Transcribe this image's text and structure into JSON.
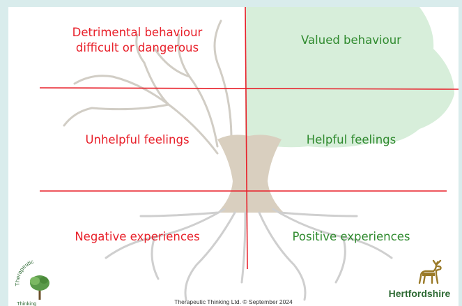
{
  "quadrants": {
    "top_left": [
      "Detrimental behaviour",
      "difficult or dangerous"
    ],
    "top_right": "Valued behaviour",
    "middle_left": "Unhelpful feelings",
    "middle_right": "Helpful feelings",
    "bottom_left": "Negative experiences",
    "bottom_right": "Positive experiences"
  },
  "footer": "Therapeutic Thinking Ltd. © September 2024",
  "logos": {
    "left_arc": "Therapeutic",
    "left_word": "Thinking",
    "right_word": "Hertfordshire"
  },
  "colors": {
    "negative": "#e8202a",
    "positive": "#2f8a2e",
    "foliage": "#d7eeda",
    "trunk": "#d9cfbf",
    "roots": "#c9c9c9",
    "background": "#d9ecec"
  }
}
